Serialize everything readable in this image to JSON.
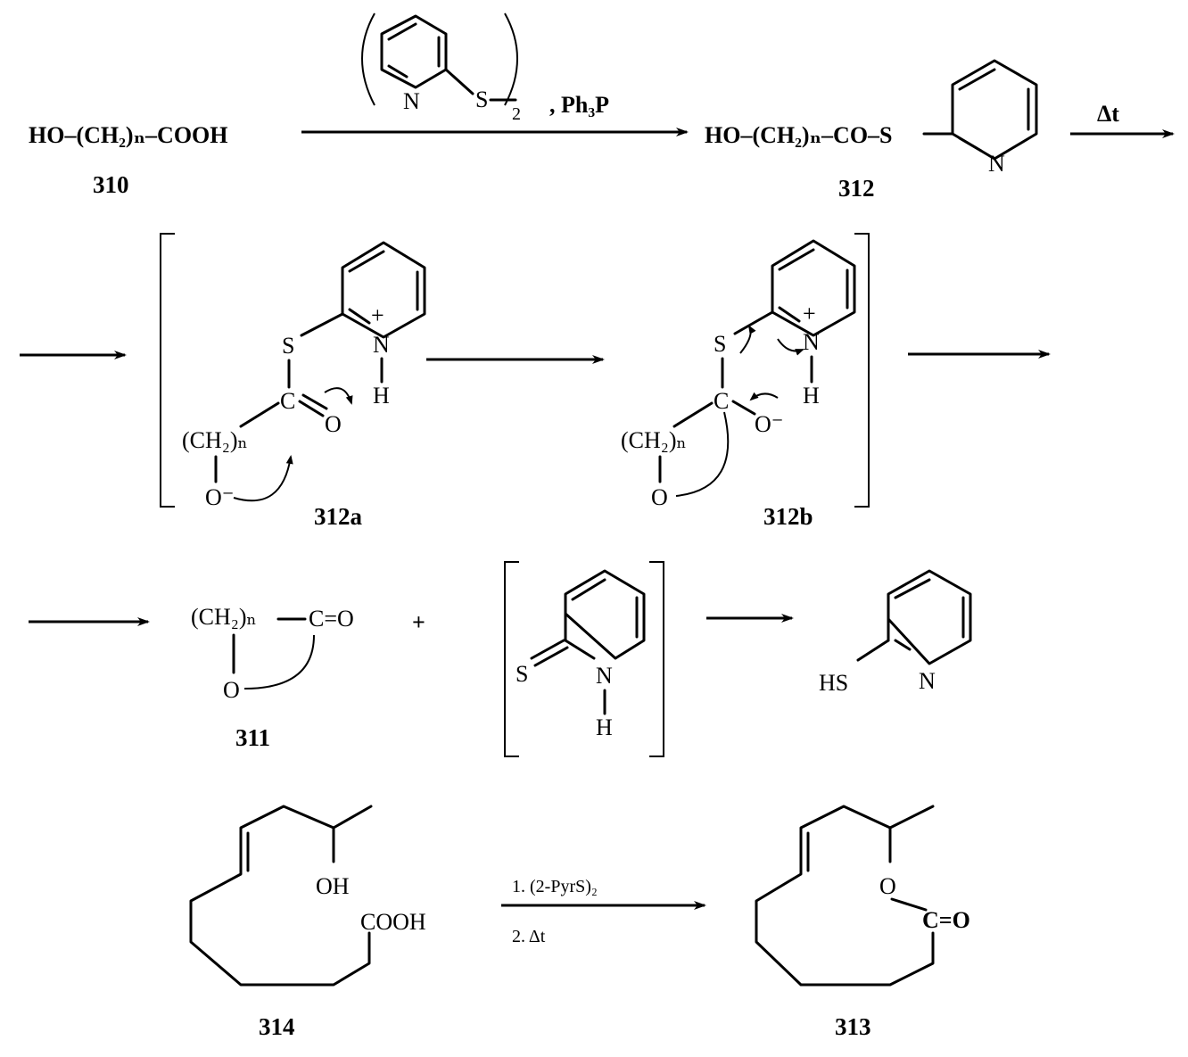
{
  "compounds": {
    "c310": {
      "formula_html": "HO–(CH₂)ₙ–COOH",
      "number": "310"
    },
    "c312": {
      "formula": "HO–(CH₂)ₙ–CO–S",
      "number": "312",
      "ring_n": "N"
    },
    "c312a": {
      "number": "312a",
      "ch2": "(CH₂)ₙ",
      "o_minus": "O⁻",
      "s": "S",
      "c": "C",
      "o": "O",
      "n": "N",
      "h": "H",
      "plus": "+"
    },
    "c312b": {
      "number": "312b",
      "ch2": "(CH₂)ₙ",
      "o": "O",
      "s": "S",
      "c": "C",
      "o_minus": "O⁻",
      "n": "N",
      "h": "H",
      "plus": "+"
    },
    "c311": {
      "ch2": "(CH₂)ₙ",
      "co": "C=O",
      "o": "O",
      "number": "311"
    },
    "thione": {
      "s": "S",
      "n": "N",
      "h": "H"
    },
    "thiol": {
      "hs": "HS",
      "n": "N"
    },
    "c314": {
      "oh": "OH",
      "cooh": "COOH",
      "number": "314"
    },
    "c313": {
      "o": "O",
      "co": "C=O",
      "number": "313"
    }
  },
  "reagents": {
    "step1_disulfide_n": "N",
    "step1_disulfide_s": "S",
    "step1_subscript": "2",
    "step1_ph3p": ", Ph₃P",
    "step2_heat": "Δt",
    "final_1": "1. (2-PyrS)₂",
    "final_2": "2. Δt"
  },
  "plus_sign": "+"
}
